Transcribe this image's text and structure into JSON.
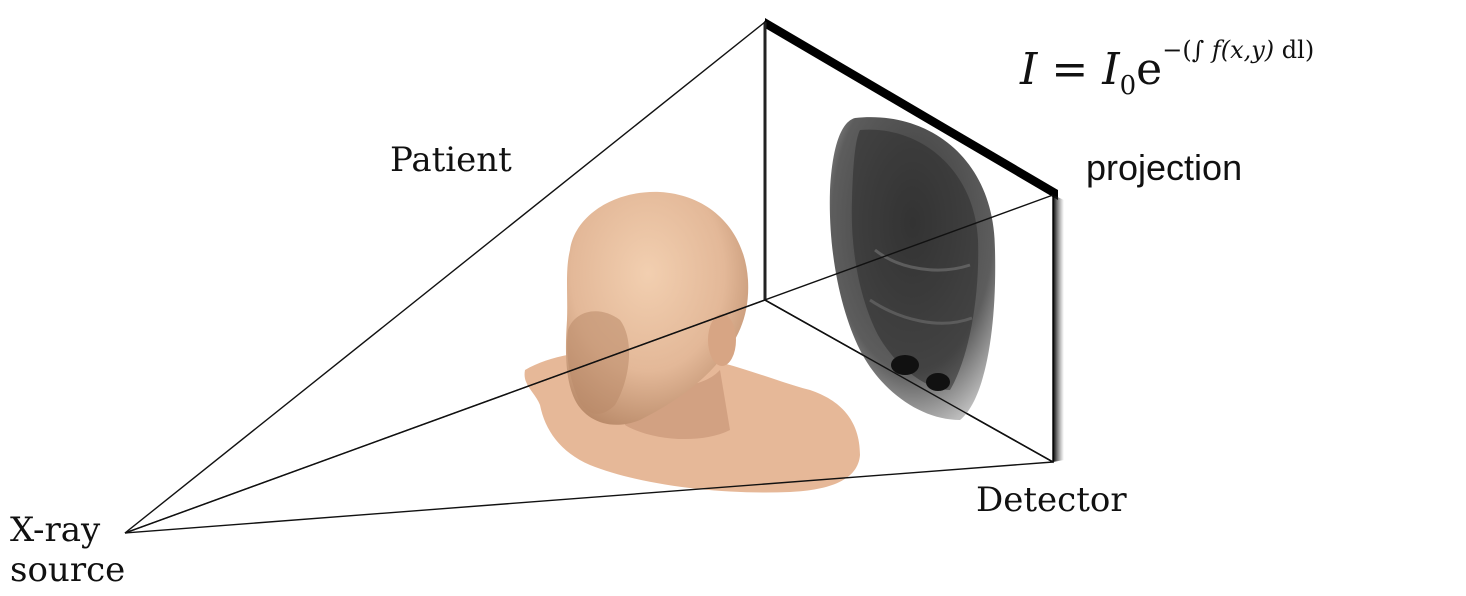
{
  "labels": {
    "patient": "Patient",
    "detector": "Detector",
    "source_line1": "X-ray",
    "source_line2": "source",
    "projection": "projection"
  },
  "formula": {
    "lhs": "I",
    "eq": " = ",
    "base": "I",
    "sub": "0",
    "e": "e",
    "exp_open": "−(∫ ",
    "exp_f": "f",
    "exp_args": "(x,y)",
    "exp_dl": " dl)"
  },
  "colors": {
    "skin": "#e3b898",
    "skin_shadow": "#b98a69",
    "xray_dark": "#2a2a2a",
    "xray_light": "#9a9a9a",
    "detector_edge": "#000000",
    "lines": "#111111"
  },
  "icons": {
    "head": "human-head-bust",
    "xray": "skull-xray-projection"
  }
}
